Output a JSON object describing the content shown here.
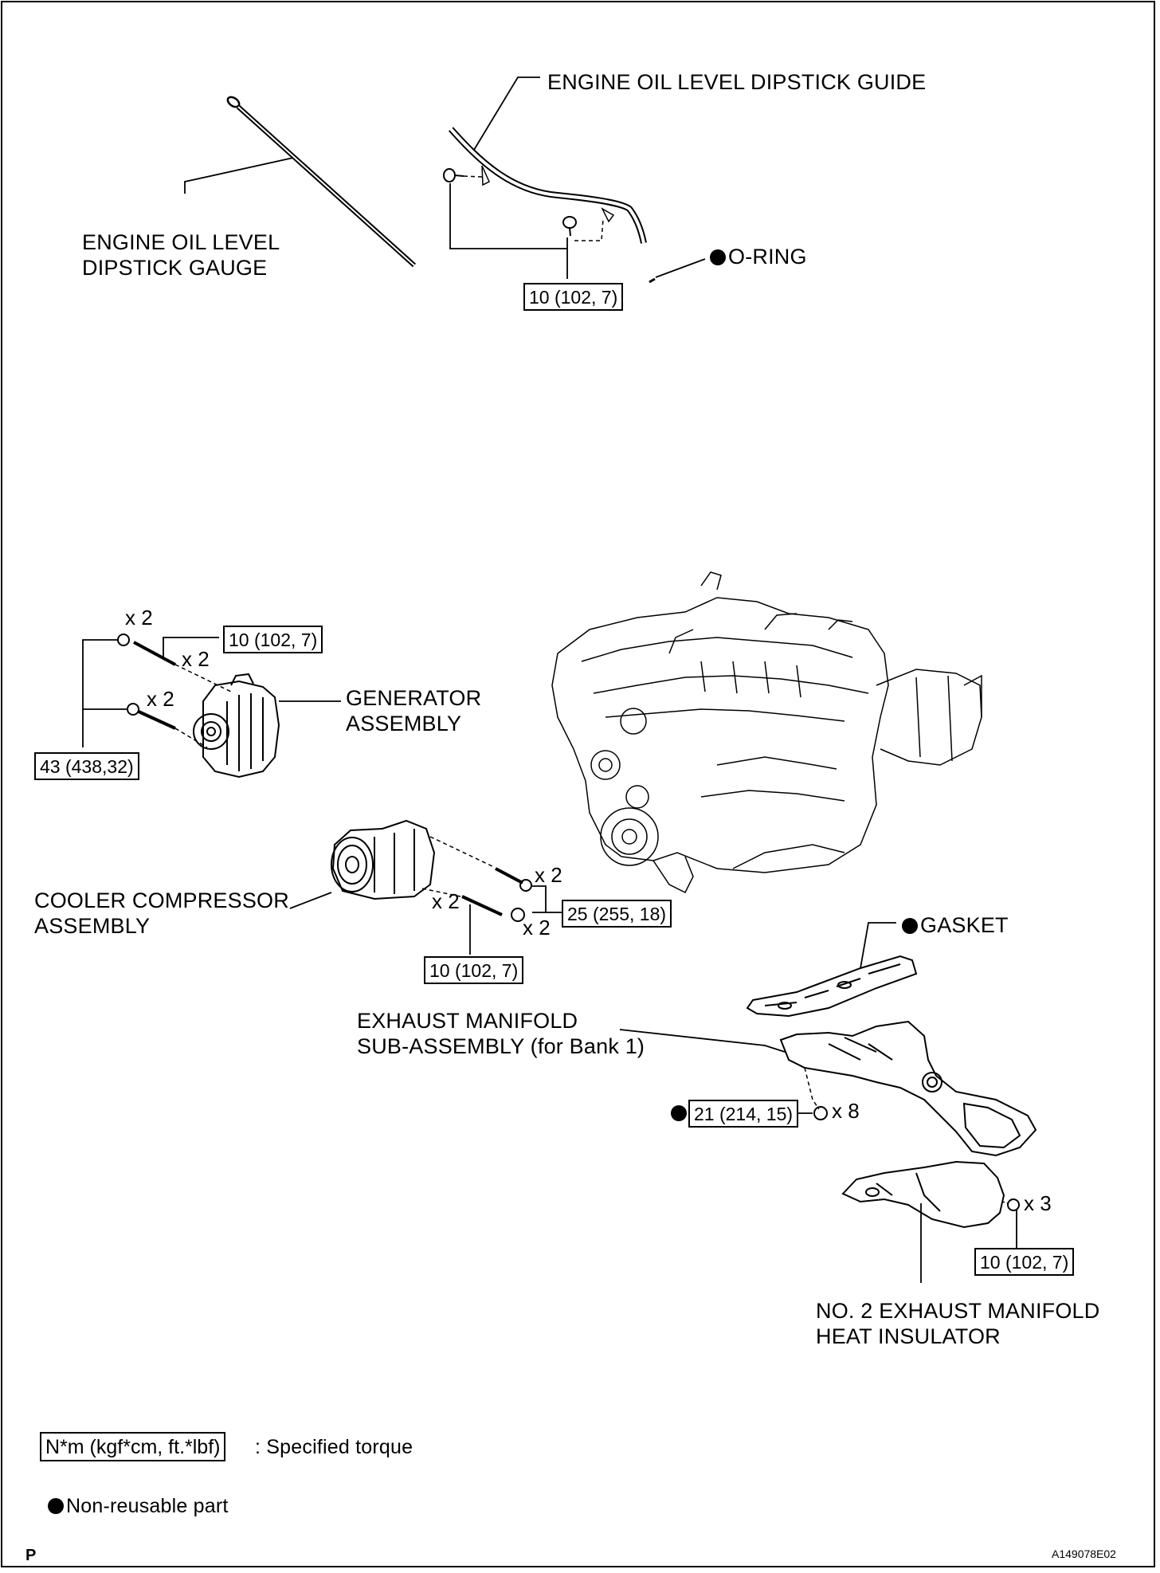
{
  "labels": {
    "dipstick_guide": "ENGINE OIL LEVEL DIPSTICK GUIDE",
    "dipstick_gauge_l1": "ENGINE OIL LEVEL",
    "dipstick_gauge_l2": "DIPSTICK GAUGE",
    "o_ring": "O-RING",
    "generator_l1": "GENERATOR",
    "generator_l2": "ASSEMBLY",
    "compressor_l1": "COOLER COMPRESSOR",
    "compressor_l2": "ASSEMBLY",
    "gasket": "GASKET",
    "exhaust_l1": "EXHAUST MANIFOLD",
    "exhaust_l2": "SUB-ASSEMBLY (for Bank 1)",
    "insulator_l1": "NO. 2 EXHAUST MANIFOLD",
    "insulator_l2": "HEAT INSULATOR"
  },
  "torques": {
    "dipstick_guide_bolt": "10 (102, 7)",
    "generator_stud": "10 (102, 7)",
    "generator_bolt": "43 (438,32)",
    "compressor_bolt_nut": "25 (255, 18)",
    "compressor_stud": "10 (102, 7)",
    "exhaust_nut": "21 (214, 15)",
    "insulator_bolt": "10 (102, 7)"
  },
  "quantities": {
    "gen_nut": "x 2",
    "gen_stud": "x 2",
    "gen_bolt": "x 2",
    "comp_bolt": "x 2",
    "comp_nut": "x 2",
    "comp_stud": "x 2",
    "exhaust_nut": "x 8",
    "insulator_bolt": "x 3"
  },
  "legend": {
    "torque_units": "N*m (kgf*cm, ft.*lbf)",
    "torque_desc": ": Specified torque",
    "nonreusable": "Non-reusable part"
  },
  "footer": {
    "corner_letter": "P",
    "figure_id": "A149078E02"
  },
  "icons": {
    "nonreusable_marker": "filled-circle-icon"
  },
  "colors": {
    "ink": "#000000",
    "paper": "#ffffff"
  }
}
